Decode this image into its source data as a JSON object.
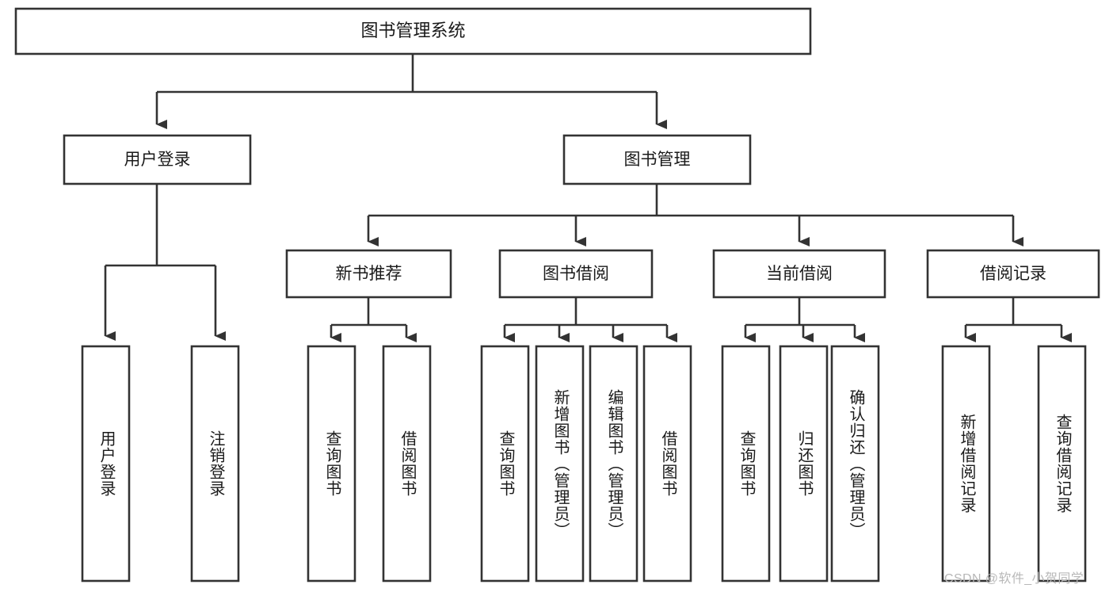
{
  "diagram": {
    "title_node": {
      "label": "图书管理系统",
      "orientation": "horizontal"
    },
    "level1": [
      {
        "id": "user-login",
        "label": "用户登录",
        "orientation": "horizontal"
      },
      {
        "id": "book-management",
        "label": "图书管理",
        "orientation": "horizontal"
      }
    ],
    "level2": [
      {
        "id": "new-book-recommend",
        "label": "新书推荐",
        "orientation": "horizontal"
      },
      {
        "id": "book-borrow",
        "label": "图书借阅",
        "orientation": "horizontal"
      },
      {
        "id": "current-borrow",
        "label": "当前借阅",
        "orientation": "horizontal"
      },
      {
        "id": "borrow-record",
        "label": "借阅记录",
        "orientation": "horizontal"
      }
    ],
    "leaves": {
      "user_login": [
        {
          "id": "leaf-user-login",
          "label": "用户登录",
          "orientation": "vertical"
        },
        {
          "id": "leaf-logout-login",
          "label": "注销登录",
          "orientation": "vertical"
        }
      ],
      "new_book_recommend": [
        {
          "id": "leaf-query-book-1",
          "label": "查询图书",
          "orientation": "vertical"
        },
        {
          "id": "leaf-borrow-book-1",
          "label": "借阅图书",
          "orientation": "vertical"
        }
      ],
      "book_borrow": [
        {
          "id": "leaf-query-book-2",
          "label": "查询图书",
          "orientation": "vertical"
        },
        {
          "id": "leaf-add-book",
          "label": "新增图书（管理员）",
          "orientation": "vertical"
        },
        {
          "id": "leaf-edit-book",
          "label": "编辑图书（管理员）",
          "orientation": "vertical"
        },
        {
          "id": "leaf-borrow-book-2",
          "label": "借阅图书",
          "orientation": "vertical"
        }
      ],
      "current_borrow": [
        {
          "id": "leaf-query-book-3",
          "label": "查询图书",
          "orientation": "vertical"
        },
        {
          "id": "leaf-return-book",
          "label": "归还图书",
          "orientation": "vertical"
        },
        {
          "id": "leaf-confirm-return",
          "label": "确认归还（管理员）",
          "orientation": "vertical"
        }
      ],
      "borrow_record": [
        {
          "id": "leaf-add-record",
          "label": "新增借阅记录",
          "orientation": "vertical"
        },
        {
          "id": "leaf-query-record",
          "label": "查询借阅记录",
          "orientation": "vertical"
        }
      ]
    },
    "colors": {
      "stroke": "#333333",
      "node_fill": "#ffffff",
      "text": "#1a1a1a",
      "background": "#ffffff",
      "watermark": "#b8b8b8"
    }
  },
  "watermark": {
    "text": "CSDN @软件_小贺同学"
  }
}
